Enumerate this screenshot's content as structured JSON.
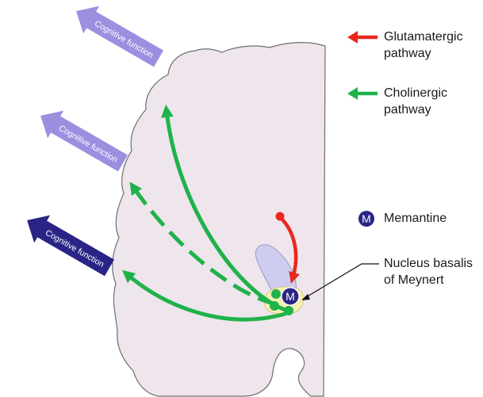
{
  "legend": {
    "glutamatergic": {
      "label": "Glutamatergic\npathway",
      "color": "#e8281e"
    },
    "cholinergic": {
      "label": "Cholinergic\npathway",
      "color": "#1fb24a"
    },
    "memantine": {
      "symbol": "M",
      "label": "Memantine",
      "color": "#2a2486"
    },
    "nucleus": {
      "label": "Nucleus basalis\nof Meynert"
    }
  },
  "cognitive_arrows": [
    {
      "label": "Cognitive function",
      "color": "#9c8fe0"
    },
    {
      "label": "Cognitive function",
      "color": "#9c8fe0"
    },
    {
      "label": "Cognitive function",
      "color": "#2a2486"
    }
  ],
  "brain": {
    "fill": "#efe5ec",
    "stroke": "#6e6e6e"
  },
  "nucleus_fill": "#f3f0b0",
  "lobe_fill": "#cfcdef"
}
